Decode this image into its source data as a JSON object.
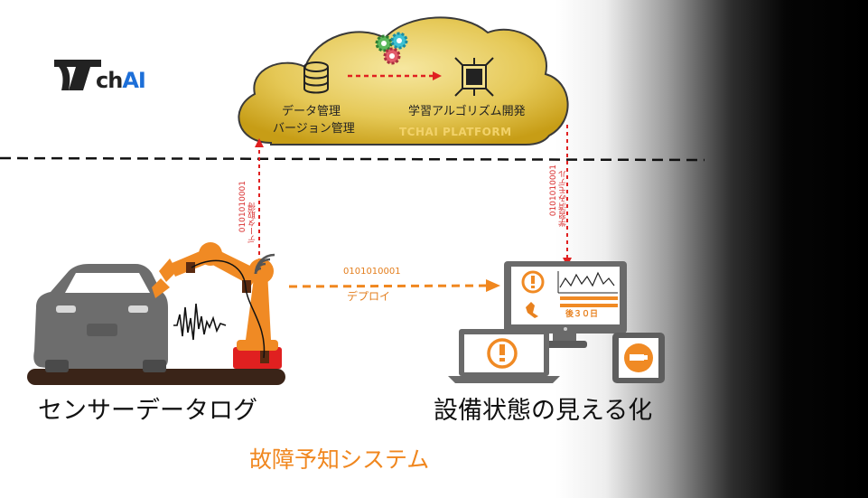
{
  "logo": {
    "prefix": "ch",
    "suffix": "AI"
  },
  "cloud": {
    "data_mgmt": "データ管理",
    "version_mgmt": "バージョン管理",
    "algo_dev": "学習アルゴリズム開発",
    "platform": "TCHAI PLATFORM"
  },
  "flows": {
    "acquire_bits": "0101010001",
    "acquire_label": "データ取得",
    "model_bits": "0101010001",
    "model_label": "学習済みモデル",
    "deploy_bits": "0101010001",
    "deploy_label": "デプロイ"
  },
  "monitor": {
    "days_label": "後３０日"
  },
  "captions": {
    "left": "センサーデータログ",
    "right": "設備状態の見える化",
    "bottom": "故障予知システム"
  },
  "colors": {
    "orange": "#f0871f",
    "red_arrow": "#e02020",
    "cloud_fill": "#d6b12a",
    "gray": "#6d6d6d"
  }
}
